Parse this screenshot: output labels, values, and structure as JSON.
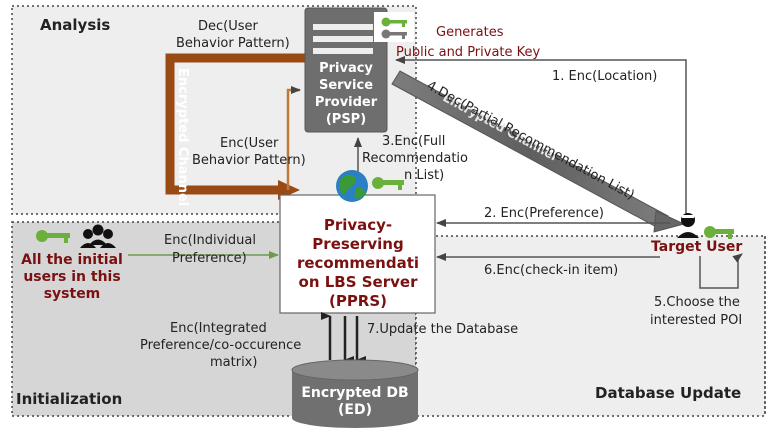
{
  "regions": {
    "analysis": "Analysis",
    "initialization": "Initialization",
    "database_update": "Database Update"
  },
  "psp": {
    "line1": "Privacy",
    "line2": "Service",
    "line3": "Provider",
    "line4": "(PSP)",
    "note_line1": "Generates",
    "note_line2": "Public and Private Key"
  },
  "pprs": {
    "line1": "Privacy-",
    "line2": "Preserving",
    "line3": "recommendati",
    "line4": "on LBS Server",
    "line5": "(PPRS)"
  },
  "db": {
    "line1": "Encrypted DB",
    "line2": "(ED)"
  },
  "target_user": "Target User",
  "initial_users": {
    "line1": "All the initial",
    "line2": "users in this",
    "line3": "system"
  },
  "channels": {
    "left": "Encrypted Channel",
    "diagonal": "Encrypted Channel"
  },
  "labels": {
    "dec_ubp_1": "Dec(User",
    "dec_ubp_2": "Behavior Pattern)",
    "enc_ubp_1": "Enc(User",
    "enc_ubp_2": "Behavior Pattern)",
    "enc_location": "1. Enc(Location)",
    "dec_partial": "4.Dec(Partial Recommendation List)",
    "enc_full_1": "3.Enc(Full",
    "enc_full_2": "Recommendatio",
    "enc_full_3": "n List)",
    "enc_pref": "2. Enc(Preference)",
    "enc_checkin": "6.Enc(check-in item)",
    "enc_indiv_1": "Enc(Individual",
    "enc_indiv_2": "Preference)",
    "choose_1": "5.Choose the",
    "choose_2": "interested POI",
    "enc_integrated_1": "Enc(Integrated",
    "enc_integrated_2": "Preference/co-occurence",
    "enc_integrated_3": "matrix)",
    "update_db": "7.Update the Database"
  }
}
